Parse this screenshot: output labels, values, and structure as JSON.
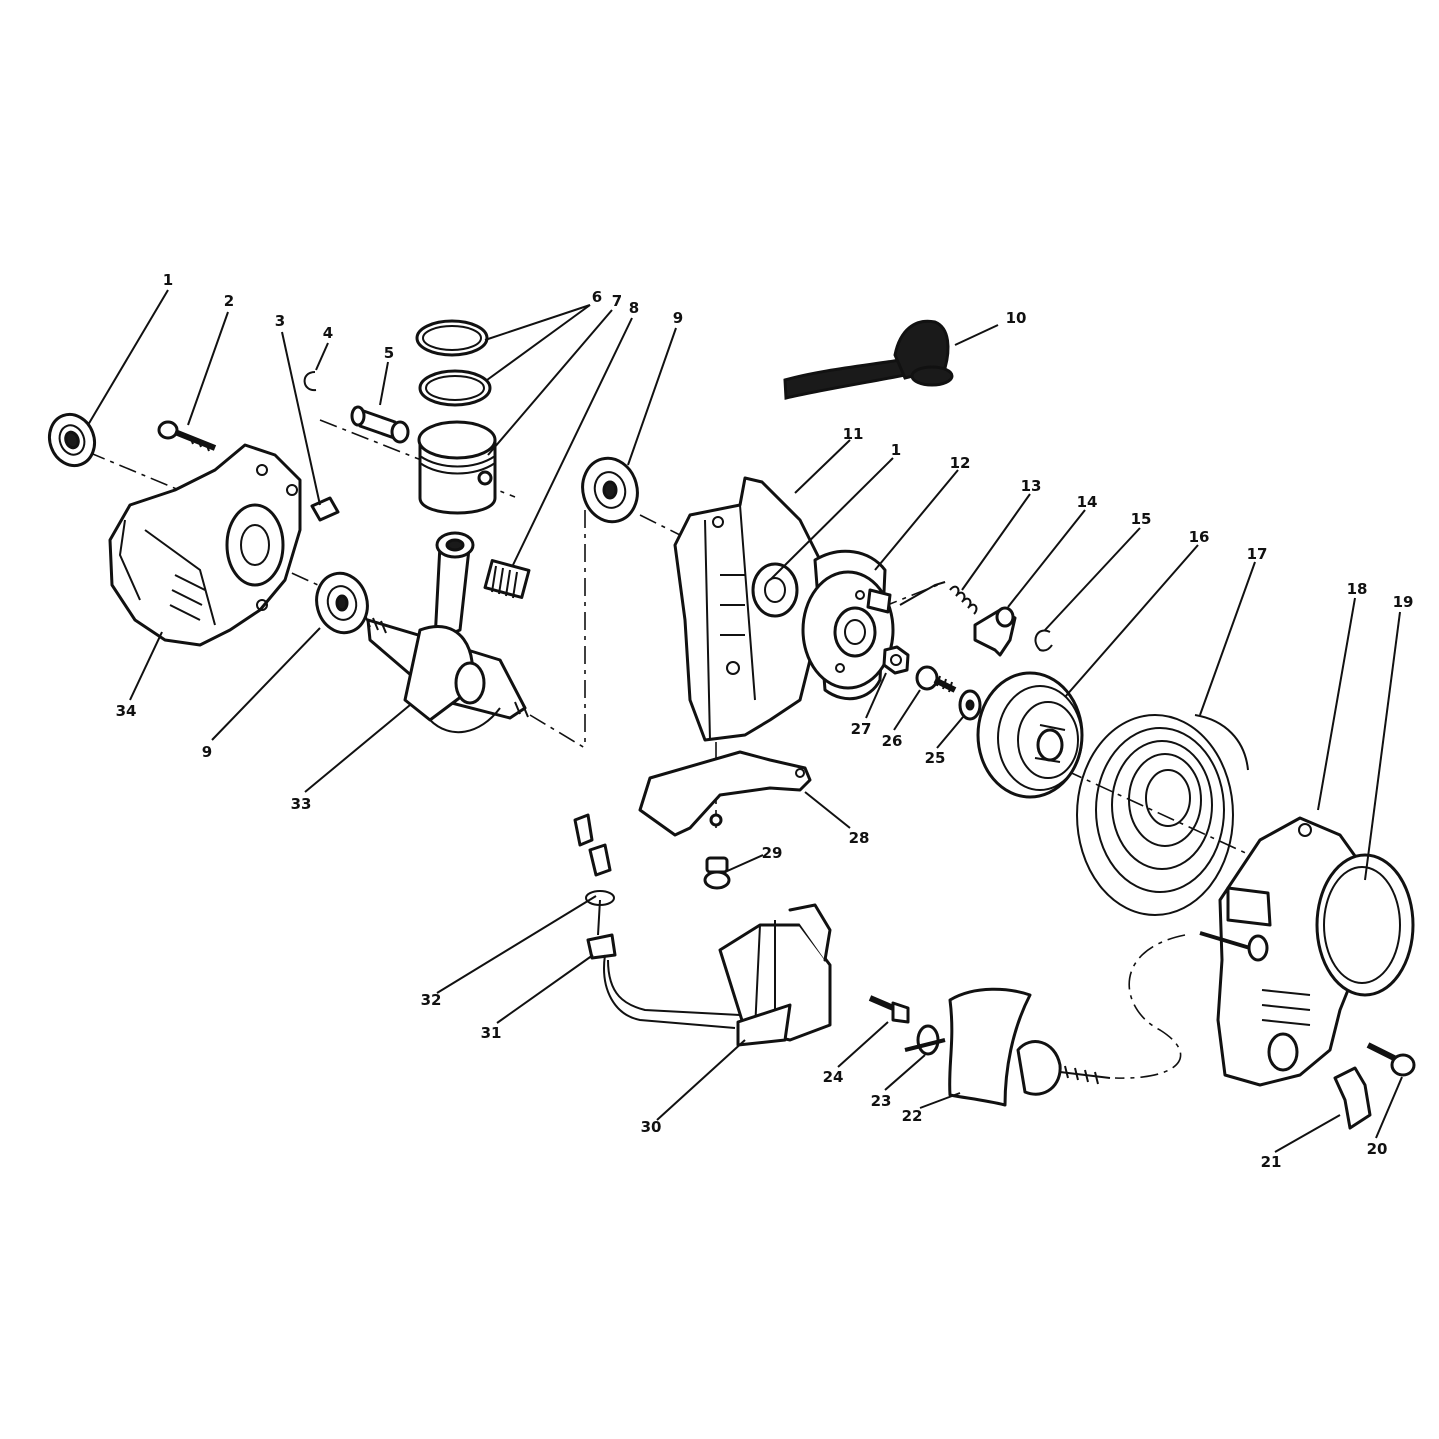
{
  "callouts": [
    {
      "id": "c1a",
      "label": "1"
    },
    {
      "id": "c2",
      "label": "2"
    },
    {
      "id": "c3",
      "label": "3"
    },
    {
      "id": "c4",
      "label": "4"
    },
    {
      "id": "c5",
      "label": "5"
    },
    {
      "id": "c6",
      "label": "6"
    },
    {
      "id": "c7",
      "label": "7"
    },
    {
      "id": "c8",
      "label": "8"
    },
    {
      "id": "c9a",
      "label": "9"
    },
    {
      "id": "c10",
      "label": "10"
    },
    {
      "id": "c11",
      "label": "11"
    },
    {
      "id": "c1b",
      "label": "1"
    },
    {
      "id": "c12",
      "label": "12"
    },
    {
      "id": "c13",
      "label": "13"
    },
    {
      "id": "c14",
      "label": "14"
    },
    {
      "id": "c15",
      "label": "15"
    },
    {
      "id": "c16",
      "label": "16"
    },
    {
      "id": "c17",
      "label": "17"
    },
    {
      "id": "c18",
      "label": "18"
    },
    {
      "id": "c19",
      "label": "19"
    },
    {
      "id": "c34",
      "label": "34"
    },
    {
      "id": "c9b",
      "label": "9"
    },
    {
      "id": "c33",
      "label": "33"
    },
    {
      "id": "c27",
      "label": "27"
    },
    {
      "id": "c26",
      "label": "26"
    },
    {
      "id": "c25",
      "label": "25"
    },
    {
      "id": "c28",
      "label": "28"
    },
    {
      "id": "c29",
      "label": "29"
    },
    {
      "id": "c32",
      "label": "32"
    },
    {
      "id": "c31",
      "label": "31"
    },
    {
      "id": "c30",
      "label": "30"
    },
    {
      "id": "c24",
      "label": "24"
    },
    {
      "id": "c23",
      "label": "23"
    },
    {
      "id": "c22",
      "label": "22"
    },
    {
      "id": "c21",
      "label": "21"
    },
    {
      "id": "c20",
      "label": "20"
    }
  ]
}
